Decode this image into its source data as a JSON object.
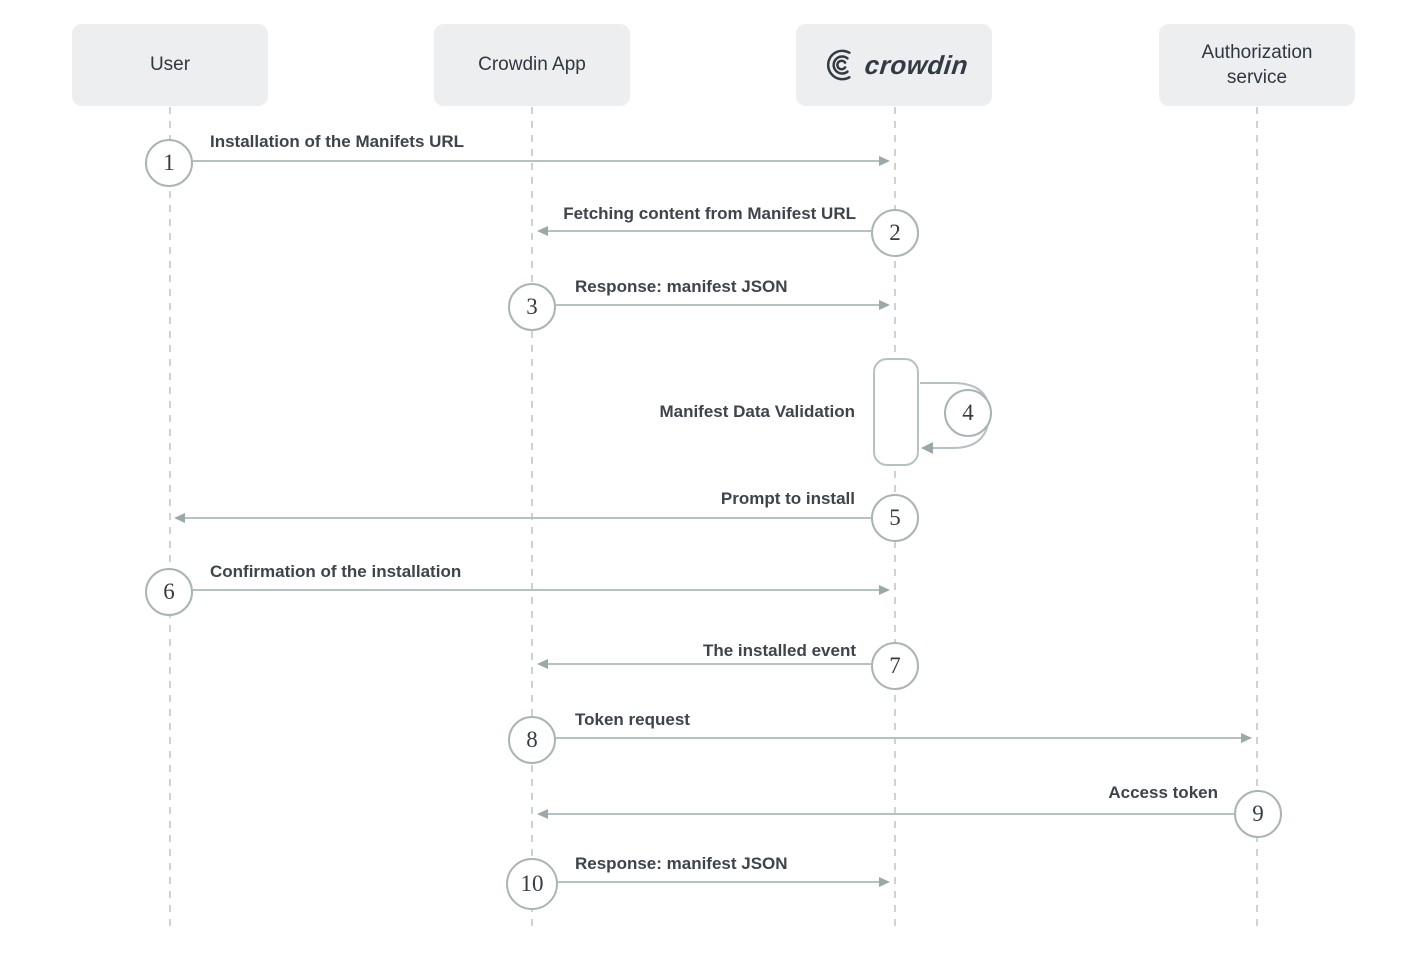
{
  "colors": {
    "bg": "#ffffff",
    "actor-bg": "#edeef0",
    "actor-text": "#2f3740",
    "label-text": "#3d444c",
    "line": "#b6c1c1",
    "arrowhead": "#9aa8a9",
    "circle-border": "#a9b4b6",
    "circle-text": "#353c43",
    "lifeline": "#cdd2d4",
    "logo": "#333a44"
  },
  "actors": [
    {
      "name": "User"
    },
    {
      "name": "Crowdin App"
    },
    {
      "name": "crowdin",
      "icon": "crowdin-logo"
    },
    {
      "name": "Authorization service"
    }
  ],
  "steps": [
    {
      "number": "1",
      "label": "Installation of the Manifets URL",
      "from": "User",
      "to": "Crowdin",
      "arrow": "right"
    },
    {
      "number": "2",
      "label": "Fetching content from Manifest URL",
      "from": "Crowdin",
      "to": "Crowdin App",
      "arrow": "left"
    },
    {
      "number": "3",
      "label": "Response: manifest JSON",
      "from": "Crowdin App",
      "to": "Crowdin",
      "arrow": "right"
    },
    {
      "number": "4",
      "label": "Manifest Data Validation",
      "from": "Crowdin",
      "to": "Crowdin",
      "arrow": "self"
    },
    {
      "number": "5",
      "label": "Prompt to install",
      "from": "Crowdin",
      "to": "User",
      "arrow": "left"
    },
    {
      "number": "6",
      "label": "Confirmation of the installation",
      "from": "User",
      "to": "Crowdin",
      "arrow": "right"
    },
    {
      "number": "7",
      "label": "The installed event",
      "from": "Crowdin",
      "to": "Crowdin App",
      "arrow": "left"
    },
    {
      "number": "8",
      "label": "Token request",
      "from": "Crowdin App",
      "to": "Authorization service",
      "arrow": "right"
    },
    {
      "number": "9",
      "label": "Access token",
      "from": "Authorization service",
      "to": "Crowdin App",
      "arrow": "left"
    },
    {
      "number": "10",
      "label": "Response: manifest JSON",
      "from": "Crowdin App",
      "to": "Crowdin",
      "arrow": "right"
    }
  ]
}
